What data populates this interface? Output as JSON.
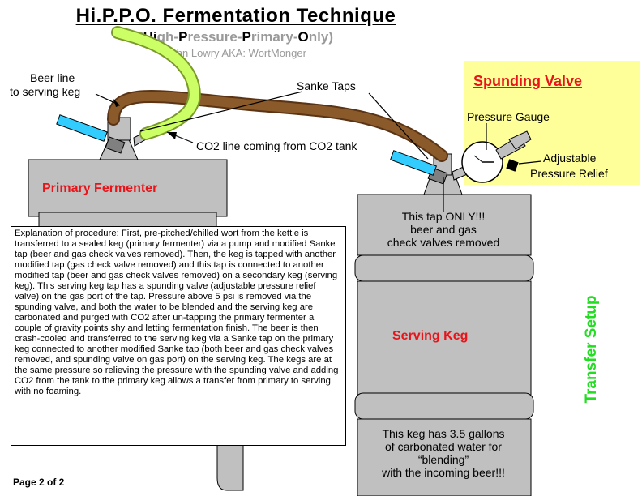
{
  "header": {
    "title": "Hi.P.P.O. Fermentation Technique",
    "subtitle_open": "(",
    "subtitle_parts": [
      {
        "bold": "Hi",
        "rest": "gh-"
      },
      {
        "bold": "P",
        "rest": "ressure-"
      },
      {
        "bold": "P",
        "rest": "rimary-"
      },
      {
        "bold": "O",
        "rest": "nly)"
      }
    ],
    "author": "John Lowry AKA: WortMonger"
  },
  "labels": {
    "beer_line_1": "Beer line",
    "beer_line_2": "to serving keg",
    "sanke_taps": "Sanke Taps",
    "co2_line": "CO2 line coming from CO2 tank",
    "primary_fermenter": "Primary Fermenter",
    "serving_keg": "Serving Keg",
    "spunding_valve": "Spunding Valve",
    "pressure_gauge": "Pressure Gauge",
    "adjustable_1": "Adjustable",
    "adjustable_2": "Pressure Relief",
    "tap_note_1": "This tap ONLY!!!",
    "tap_note_2": "beer and gas",
    "tap_note_3": "check valves removed",
    "keg_note_1": "This keg has 3.5 gallons",
    "keg_note_2": "of carbonated  water for",
    "keg_note_3": "“blending”",
    "keg_note_4": "with the incoming beer!!!",
    "transfer_setup": "Transfer Setup",
    "page": "Page 2 of 2"
  },
  "explanation": {
    "heading": "Explanation of procedure:",
    "body": "  First, pre-pitched/chilled wort from the kettle is transferred to a sealed keg (primary fermenter) via a pump and modified Sanke tap (beer and gas check valves removed).  Then, the keg is tapped with another modified tap (gas check valve removed) and this tap is connected to another modified tap (beer and gas check valves removed) on a secondary keg (serving keg).  This serving keg tap has a spunding valve (adjustable pressure relief valve) on the gas port of the tap.  Pressure above 5 psi is removed via the spunding valve, and both the water to be blended and the serving keg are carbonated and purged with CO2 after un-tapping the primary fermenter a couple of gravity points shy and letting fermentation finish.  The beer is then crash-cooled and transferred to the serving keg via a Sanke tap on the primary keg connected to another modified Sanke tap (both beer and gas check valves removed, and spunding valve on gas port) on the serving keg.  The kegs are at the same pressure so relieving the pressure with the spunding valve and adding CO2 from the tank to the primary keg allows a transfer from primary to serving with no foaming."
  },
  "colors": {
    "keg_gray": "#c0c0c0",
    "beer_line": "#8b5a2b",
    "co2_line": "#ccff66",
    "tap_handle": "#33ccff",
    "highlight_red": "#e8141a",
    "spunding_bg": "#ffff99",
    "transfer_green": "#22dd22"
  }
}
